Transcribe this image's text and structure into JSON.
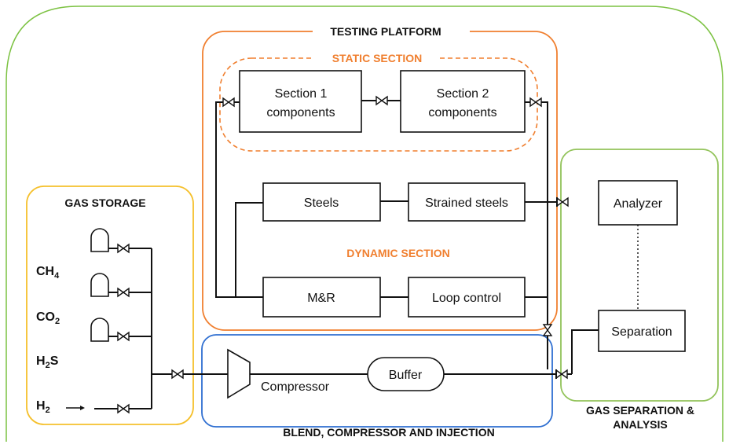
{
  "colors": {
    "outer_border": "#7cc242",
    "testing_platform": "#f07f2f",
    "gas_storage": "#f5c02c",
    "blend": "#2f6fd1",
    "gas_separation": "#92c35a"
  },
  "sections": {
    "testing_platform": "TESTING PLATFORM",
    "static_section": "STATIC SECTION",
    "dynamic_section": "DYNAMIC SECTION",
    "gas_storage": "GAS STORAGE",
    "blend": "BLEND, COMPRESSOR AND INJECTION",
    "gas_separation_line1": "GAS SEPARATION &",
    "gas_separation_line2": "ANALYSIS"
  },
  "components": {
    "section1_line1": "Section 1",
    "section1_line2": "components",
    "section2_line1": "Section 2",
    "section2_line2": "components",
    "steels": "Steels",
    "strained_steels": "Strained steels",
    "mr": "M&R",
    "loop_control": "Loop control",
    "analyzer": "Analyzer",
    "separation": "Separation",
    "buffer": "Buffer",
    "compressor": "Compressor"
  },
  "gases": [
    {
      "symbol": "CH",
      "subscript": "4"
    },
    {
      "symbol": "CO",
      "subscript": "2"
    },
    {
      "symbol": "H",
      "subscript": "2",
      "suffix": "S"
    },
    {
      "symbol": "H",
      "subscript": "2"
    }
  ],
  "icons": [
    "valve-icon",
    "check-valve-icon",
    "gas-cylinder-icon",
    "compressor-icon",
    "arrow-icon"
  ]
}
